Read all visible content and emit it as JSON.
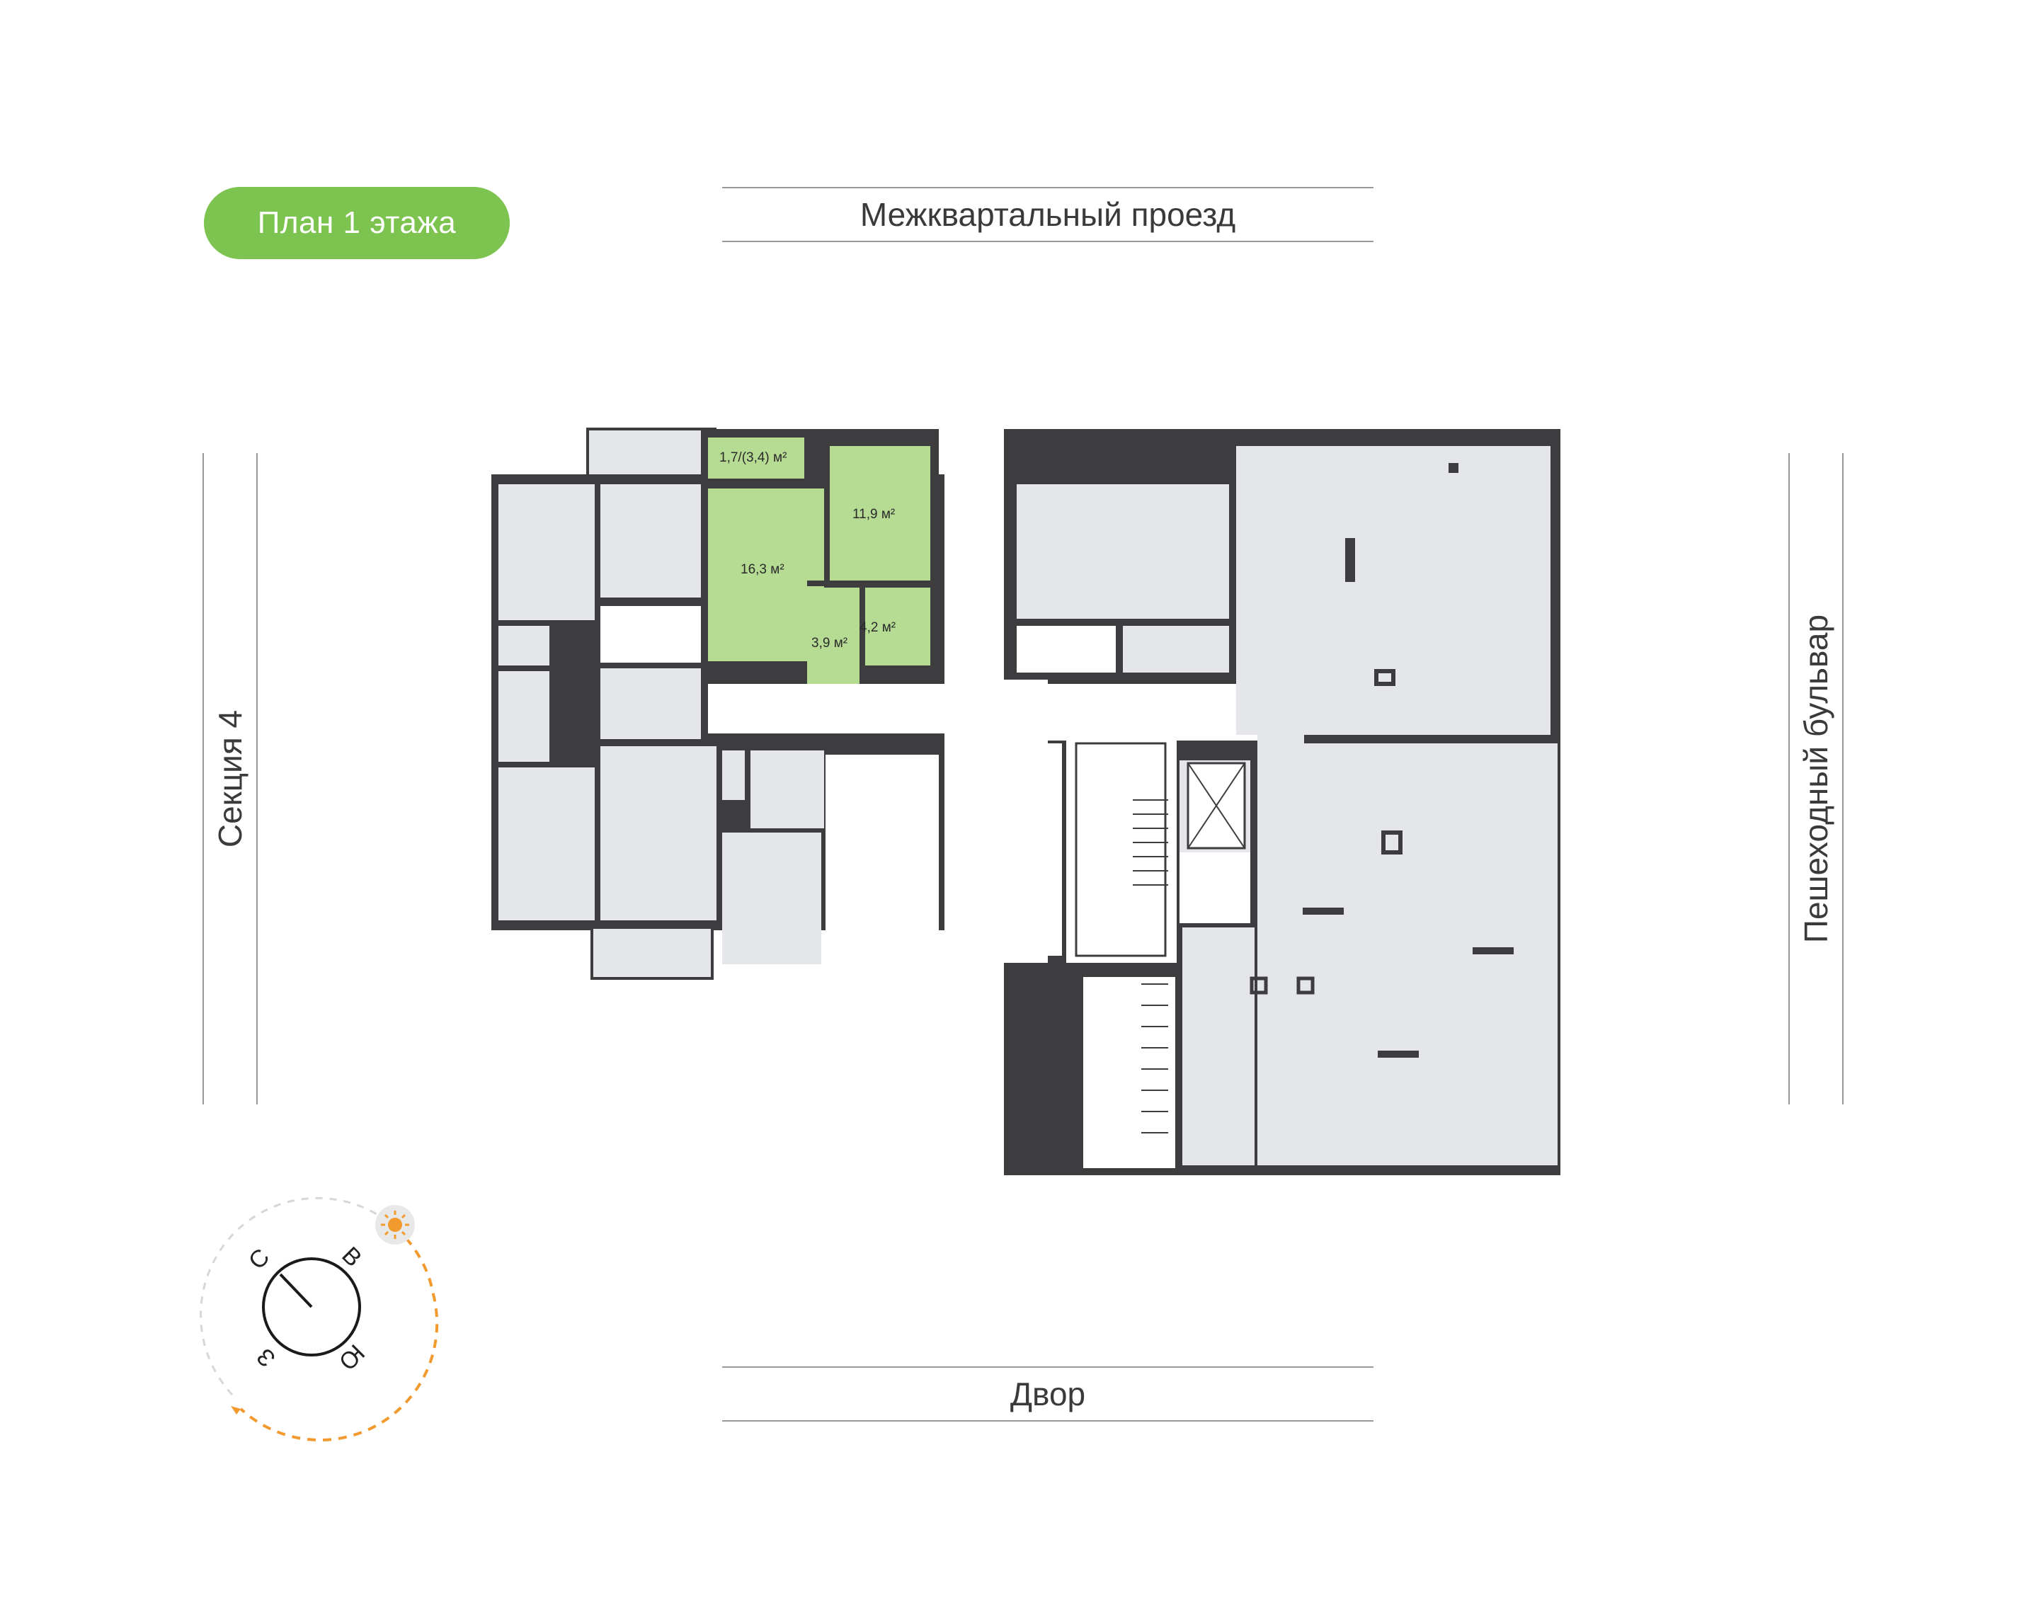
{
  "floor_badge": {
    "label": "План 1 этажа",
    "color": "#7cc44f"
  },
  "streets": {
    "top": "Межквартальный проезд",
    "bottom": "Двор",
    "left": "Секция 4",
    "right": "Пешеходный бульвар"
  },
  "highlighted_unit": {
    "color": "#b6dc94",
    "rooms": [
      {
        "label": "1,7/(3,4) м²"
      },
      {
        "label": "16,3 м²"
      },
      {
        "label": "11,9 м²"
      },
      {
        "label": "4,2 м²"
      },
      {
        "label": "3,9 м²"
      }
    ]
  },
  "compass": {
    "letters": {
      "north": "С",
      "east": "В",
      "south": "Ю",
      "west": "З"
    },
    "sun_icon": "sun-icon",
    "sun_color": "#f29a2e"
  },
  "colors": {
    "room_fill": "#e5e6e9",
    "wall": "#3d3d3f",
    "corridor": "#ffffff"
  }
}
